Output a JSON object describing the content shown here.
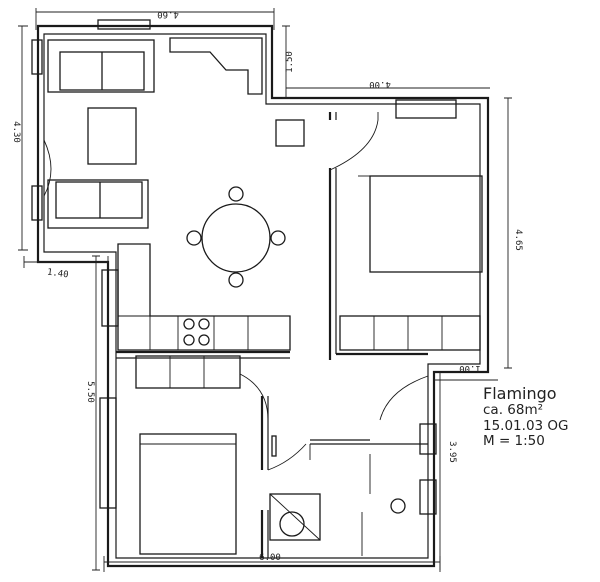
{
  "legend": {
    "name": "Flamingo",
    "area": "ca. 68m²",
    "date_floor": "15.01.03  OG",
    "scale": "M = 1:50"
  },
  "dimensions": {
    "top_width": "4.60",
    "top_step": "1.50",
    "right_top_width": "4.00",
    "left_upper_height": "4.30",
    "left_step": "1.40",
    "right_height": "4.65",
    "right_step": "1.00",
    "left_lower_height": "5.50",
    "right_lower_height": "3.95",
    "bottom_width": "6.00"
  }
}
